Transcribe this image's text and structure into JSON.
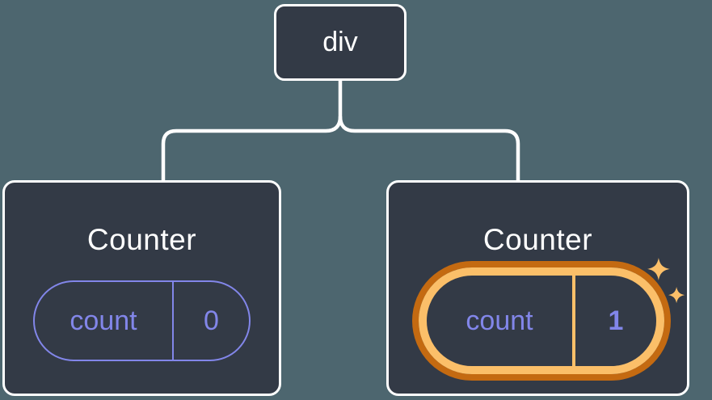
{
  "diagram": {
    "description": "Component tree: a div element with two Counter children; the second Counter's count state updated to 1 (highlighted)",
    "root_node": {
      "label": "div"
    },
    "nodes": [
      {
        "title": "Counter",
        "state_key": "count",
        "state_value": "0",
        "highlighted": false
      },
      {
        "title": "Counter",
        "state_key": "count",
        "state_value": "1",
        "highlighted": true
      }
    ]
  },
  "colors": {
    "background": "#4d666f",
    "card_fill": "#333a46",
    "outline_white": "#ffffff",
    "state_purple": "#8286e9",
    "highlight_orange_dark": "#c46a11",
    "highlight_orange_light": "#fbbf69"
  },
  "icons": {
    "sparkles": "sparkles-icon"
  }
}
